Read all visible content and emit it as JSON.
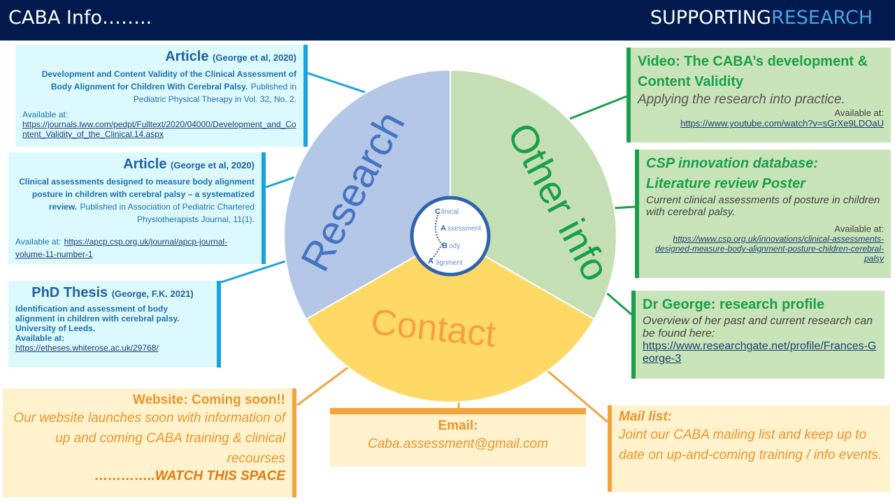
{
  "header": {
    "title": "CABA Info……..",
    "brand_part1": "SUPPORTING",
    "brand_part2": "RESEARCH"
  },
  "wheel": {
    "segments": [
      {
        "label": "Research",
        "color": "#b4c7e7"
      },
      {
        "label": "Other info",
        "color": "#c5e0b4"
      },
      {
        "label": "Contact",
        "color": "#ffd966"
      }
    ],
    "logo": {
      "letters": [
        "C",
        "A",
        "B",
        "A"
      ],
      "rest": [
        "linical",
        "ssessment",
        "ody",
        "lignment"
      ]
    }
  },
  "article1": {
    "title": "Article",
    "cite": "(George et al, 2020)",
    "bold": "Development and Content Validity of the Clinical Assessment of Body Alignment for Children With Cerebral Palsy.",
    "published": "Published in Pediatric Physical Therapy in Vol. 32, No. 2.",
    "available": "Available at:",
    "url": "https://journals.lww.com/pedpt/Fulltext/2020/04000/Development_and_Content_Validity_of_the_Clinical.14.aspx"
  },
  "article2": {
    "title": "Article",
    "cite": "(George et al, 2020)",
    "bold": "Clinical assessments designed to measure body alignment posture in children with cerebral palsy – a systematized review.",
    "published": "Published in Association of Pediatric Chartered Physiotherapists Journal, 11(1).",
    "available": "Available at:",
    "url": "https://apcp.csp.org.uk/journal/apcp-journal-volume-11-number-1"
  },
  "thesis": {
    "title": "PhD Thesis",
    "cite": "(George, F.K. 2021)",
    "bold": "Identification and assessment of body alignment in children with cerebral palsy. University of Leeds.",
    "available": "Available at:",
    "url": "https://etheses.whiterose.ac.uk/29768/"
  },
  "video": {
    "title": "Video: The CABA’s development & Content Validity",
    "subtitle": "Applying the research into practice.",
    "available": "Available at:",
    "url": "https://www.youtube.com/watch?v=sGrXe9LDOaU"
  },
  "csp": {
    "title": "CSP innovation database: Literature review Poster",
    "text": "Current clinical assessments of posture in children with cerebral palsy.",
    "available": "Available at:",
    "url": "https://www.csp.org.uk/innovations/clinical-assessments-designed-measure-body-alignment-posture-children-cerebral-palsy"
  },
  "profile": {
    "title": "Dr George: research profile",
    "text": "Overview of her past and current research can be found here:",
    "url": "https://www.researchgate.net/profile/Frances-George-3"
  },
  "website": {
    "title": "Website: Coming soon!!",
    "text": "Our website launches soon with information of up and coming CABA training & clinical recourses",
    "watch_dots": "…………..",
    "watch": "WATCH THIS SPACE"
  },
  "email": {
    "title": "Email:",
    "address": "Caba.assessment@gmail.com"
  },
  "mail": {
    "title": "Mail list:",
    "text": "Joint our CABA mailing list and keep up to date on up-and-coming training / info events."
  }
}
